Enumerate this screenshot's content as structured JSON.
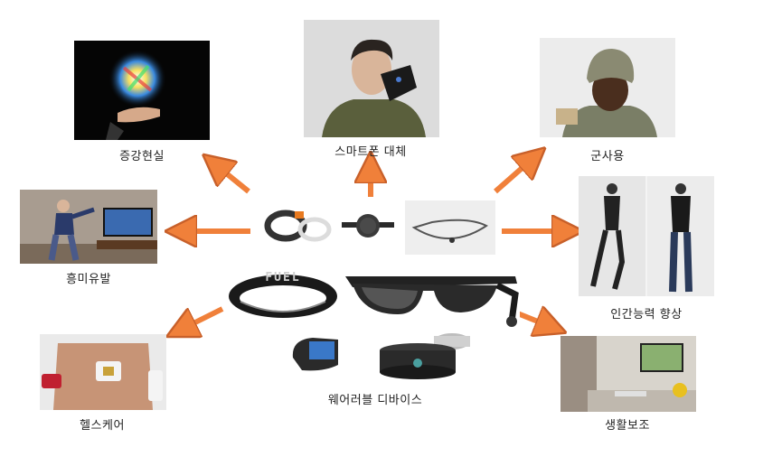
{
  "center": {
    "label": "웨어러블 디바이스"
  },
  "nodes": {
    "ar": {
      "label": "증강현실"
    },
    "smartphone": {
      "label": "스마트폰 대체"
    },
    "military": {
      "label": "군사용"
    },
    "entertainment": {
      "label": "흥미유발"
    },
    "human_enhance": {
      "label": "인간능력 향상"
    },
    "healthcare": {
      "label": "헬스케어"
    },
    "life_assist": {
      "label": "생활보조"
    }
  },
  "device_text": {
    "fuel_band": "FUEL"
  },
  "colors": {
    "arrow": "#f0803a",
    "arrow_stroke": "#c8602a"
  }
}
